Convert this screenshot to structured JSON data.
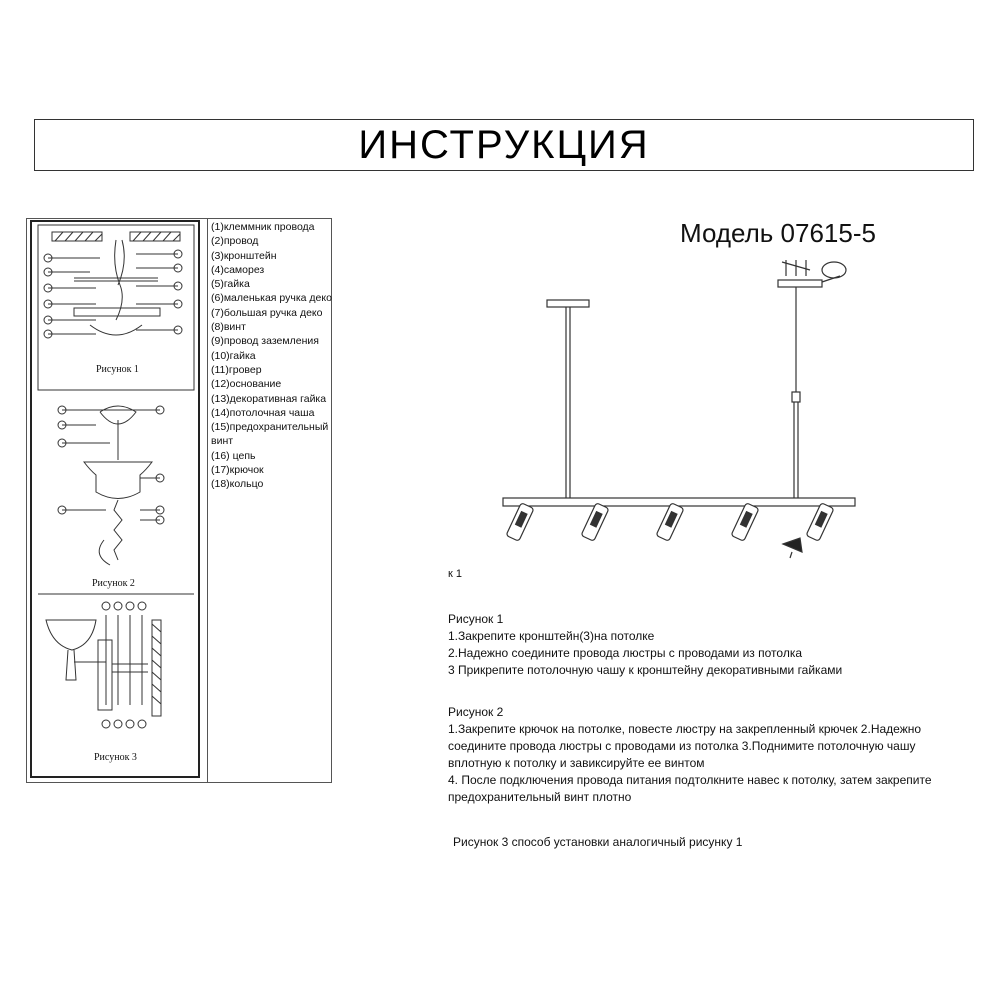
{
  "title": "ИНСТРУКЦИЯ",
  "model": "Модель 07615-5",
  "figure_labels": [
    "Рисунок 1",
    "Рисунок 2",
    "Рисунок 3"
  ],
  "legend": [
    "(1)клеммник провода",
    "(2)провод",
    "(3)кронштейн",
    "(4)саморез",
    "(5)гайка",
    "(6)маленькая ручка деко",
    "(7)большая ручка деко",
    "(8)винт",
    "(9)провод заземления",
    "(10)гайка",
    "(11)гровер",
    "(12)основание",
    "(13)декоративная гайка",
    "(14)потолочная чаша",
    "(15)предохранительный винт",
    "(16) цепь",
    "(17)крючок",
    "(18)кольцо"
  ],
  "cut_label": "к 1",
  "instructions": {
    "fig1_title": "Рисунок 1",
    "fig1_step1": "1.Закрепите кронштейн(3)на потолке",
    "fig1_step2": "2.Надежно соедините провода люстры с проводами из потолка",
    "fig1_step3": "3 Прикрепите потолочную чашу к кронштейну декоративными гайками",
    "fig2_title": "Рисунок 2",
    "fig2_para1": "1.Закрепите крючок на потолке, повесте люстру на закрепленный крючек 2.Надежно соедините провода люстры с проводами из потолка 3.Поднимите потолочную чашу вплотную к потолку и завиксируйте ее винтом",
    "fig2_para2": "4. После подключения провода питания подтолкните навес к потолку, затем закрепите предохранительный винт плотно",
    "fig3_note": "Рисунок 3 способ установки аналогичный рисунку 1"
  }
}
